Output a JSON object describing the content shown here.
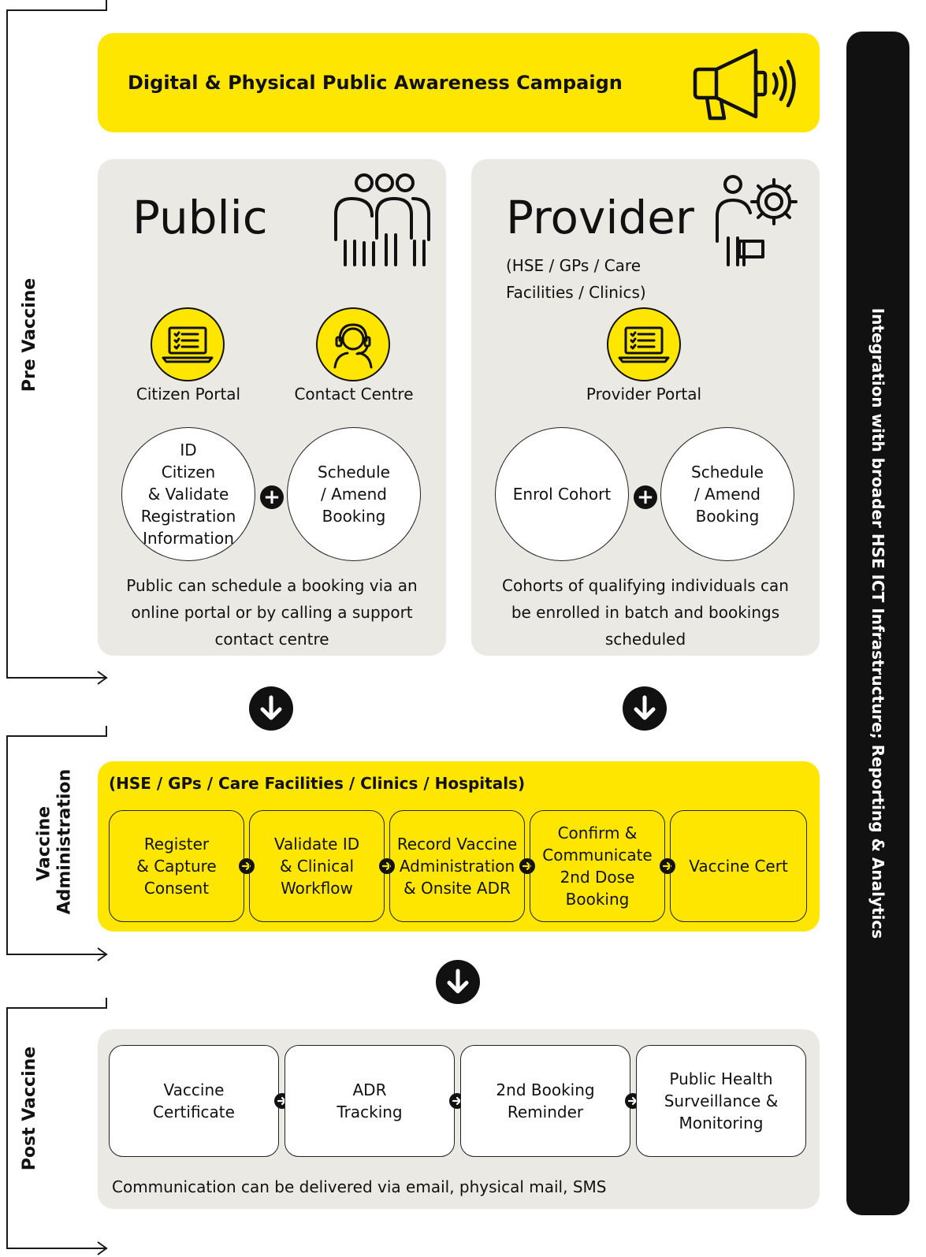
{
  "phases": {
    "pre": "Pre Vaccine",
    "admin_line1": "Vaccine",
    "admin_line2": "Administration",
    "post": "Post Vaccine"
  },
  "banner": {
    "title": "Digital & Physical Public Awareness Campaign",
    "icon": "megaphone-icon"
  },
  "public": {
    "title": "Public",
    "icon": "people-group-icon",
    "channels": [
      {
        "label": "Citizen Portal",
        "icon": "laptop-checklist-icon"
      },
      {
        "label": "Contact Centre",
        "icon": "headset-agent-icon"
      }
    ],
    "steps": [
      {
        "lines": [
          "ID",
          "Citizen",
          "& Validate",
          "Registration",
          "Information"
        ]
      },
      {
        "lines": [
          "Schedule",
          "/ Amend",
          "Booking"
        ]
      }
    ],
    "description_lines": [
      "Public can schedule a booking via an",
      "online portal or by calling a support",
      "contact centre"
    ]
  },
  "provider": {
    "title": "Provider",
    "icon": "person-gear-icon",
    "subtitle_lines": [
      "(HSE / GPs / Care",
      "Facilities / Clinics)"
    ],
    "channels": [
      {
        "label": "Provider Portal",
        "icon": "laptop-checklist-icon"
      }
    ],
    "steps": [
      {
        "lines": [
          "Enrol Cohort"
        ]
      },
      {
        "lines": [
          "Schedule",
          "/ Amend",
          "Booking"
        ]
      }
    ],
    "description_lines": [
      "Cohorts of qualifying individuals can",
      "be enrolled in batch and bookings",
      "scheduled"
    ]
  },
  "administration": {
    "title": "(HSE / GPs / Care Facilities / Clinics / Hospitals)",
    "steps": [
      {
        "lines": [
          "Register",
          "& Capture",
          "Consent"
        ]
      },
      {
        "lines": [
          "Validate ID",
          "& Clinical",
          "Workflow"
        ]
      },
      {
        "lines": [
          "Record Vaccine",
          "Administration",
          "& Onsite ADR"
        ]
      },
      {
        "lines": [
          "Confirm &",
          "Communicate",
          "2nd Dose",
          "Booking"
        ]
      },
      {
        "lines": [
          "Vaccine Cert"
        ]
      }
    ]
  },
  "post": {
    "steps": [
      {
        "lines": [
          "Vaccine",
          "Certificate"
        ]
      },
      {
        "lines": [
          "ADR",
          "Tracking"
        ]
      },
      {
        "lines": [
          "2nd Booking",
          "Reminder"
        ]
      },
      {
        "lines": [
          "Public Health",
          "Surveillance &",
          "Monitoring"
        ]
      }
    ],
    "note": "Communication can be delivered via email, physical mail, SMS"
  },
  "side_bar": {
    "text": "Integration with broader HSE ICT Infrastructure; Reporting & Analytics"
  },
  "colors": {
    "accent_yellow": "#ffe600",
    "panel_grey": "#ebe9e3",
    "dark": "#111111"
  }
}
